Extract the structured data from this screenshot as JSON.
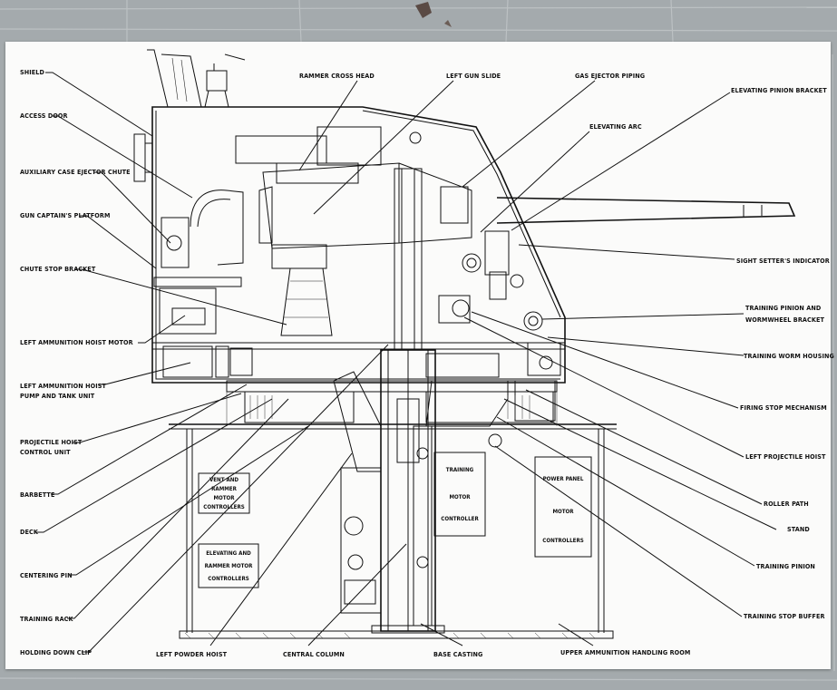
{
  "labels_left": {
    "shield": "SHIELD",
    "access_door": "ACCESS DOOR",
    "aux_case_ejector_chute": "AUXILIARY CASE EJECTOR CHUTE",
    "gun_captains_platform": "GUN CAPTAIN'S PLATFORM",
    "chute_stop_bracket": "CHUTE STOP BRACKET",
    "left_ammo_hoist_motor": "LEFT AMMUNITION HOIST MOTOR",
    "left_ammo_hoist_pump_1": "LEFT AMMUNITION HOIST",
    "left_ammo_hoist_pump_2": "PUMP AND TANK UNIT",
    "projectile_hoist_control_1": "PROJECTILE HOIST",
    "projectile_hoist_control_2": "CONTROL UNIT",
    "barbette": "BARBETTE",
    "deck": "DECK",
    "centering_pin": "CENTERING PIN",
    "training_rack": "TRAINING RACK",
    "holding_down_clip": "HOLDING DOWN CLIP"
  },
  "labels_top": {
    "rammer_cross_head": "RAMMER CROSS HEAD",
    "left_gun_slide": "LEFT GUN SLIDE",
    "gas_ejector_piping": "GAS EJECTOR PIPING",
    "elevating_arc": "ELEVATING ARC",
    "elevating_pinion_bracket": "ELEVATING PINION BRACKET"
  },
  "labels_right": {
    "sight_setters_indicator": "SIGHT SETTER'S INDICATOR",
    "training_pinion_wormwheel_1": "TRAINING PINION AND",
    "training_pinion_wormwheel_2": "WORMWHEEL BRACKET",
    "training_worm_housing": "TRAINING WORM HOUSING",
    "firing_stop_mechanism": "FIRING STOP MECHANISM",
    "left_projectile_hoist": "LEFT PROJECTILE HOIST",
    "roller_path": "ROLLER PATH",
    "stand": "STAND",
    "training_pinion": "TRAINING PINION",
    "training_stop_buffer": "TRAINING STOP BUFFER"
  },
  "labels_bottom": {
    "left_powder_hoist": "LEFT POWDER HOIST",
    "central_column": "CENTRAL COLUMN",
    "base_casting": "BASE CASTING",
    "upper_ammo_handling_room": "UPPER AMMUNITION HANDLING ROOM"
  },
  "boxes": {
    "vent_rammer": [
      "VENT AND",
      "RAMMER",
      "MOTOR",
      "CONTROLLERS"
    ],
    "elevating_rammer": [
      "ELEVATING AND",
      "RAMMER MOTOR",
      "CONTROLLERS"
    ],
    "training_motor": [
      "TRAINING",
      "MOTOR",
      "CONTROLLER"
    ],
    "power_panel": [
      "POWER PANEL",
      "MOTOR",
      "CONTROLLERS"
    ]
  }
}
